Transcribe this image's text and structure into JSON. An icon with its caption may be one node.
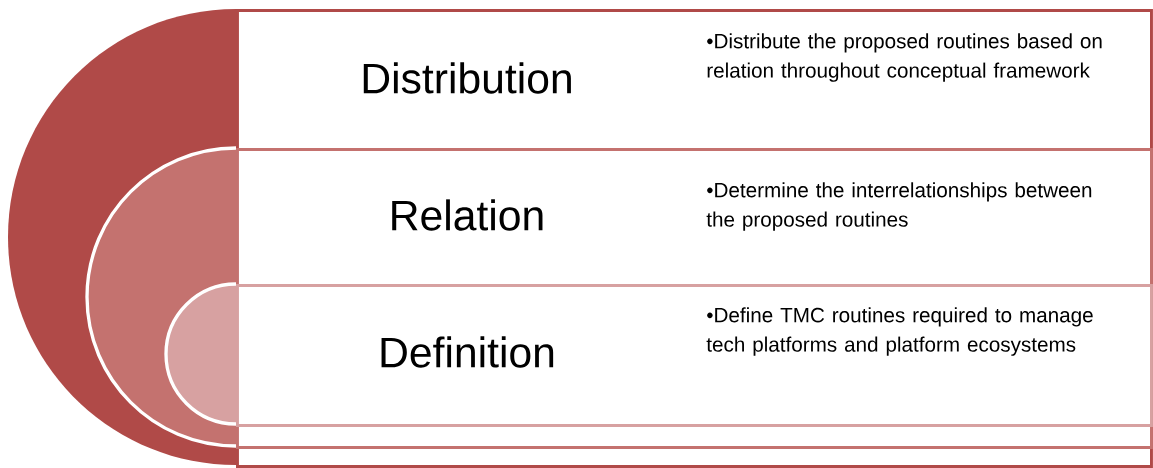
{
  "diagram": {
    "nodes": [
      {
        "text": [
          "Distribution",
          "•Distribute the proposed routines based on relation throughout conceptual framework"
        ]
      },
      {
        "text": [
          "Relation",
          "•Determine the interrelationships between the proposed routines"
        ],
        "in": 0
      },
      {
        "text": [
          "Definition",
          "•Define TMC routines required to manage tech platforms and platform ecosystems"
        ],
        "in": 1
      }
    ]
  }
}
